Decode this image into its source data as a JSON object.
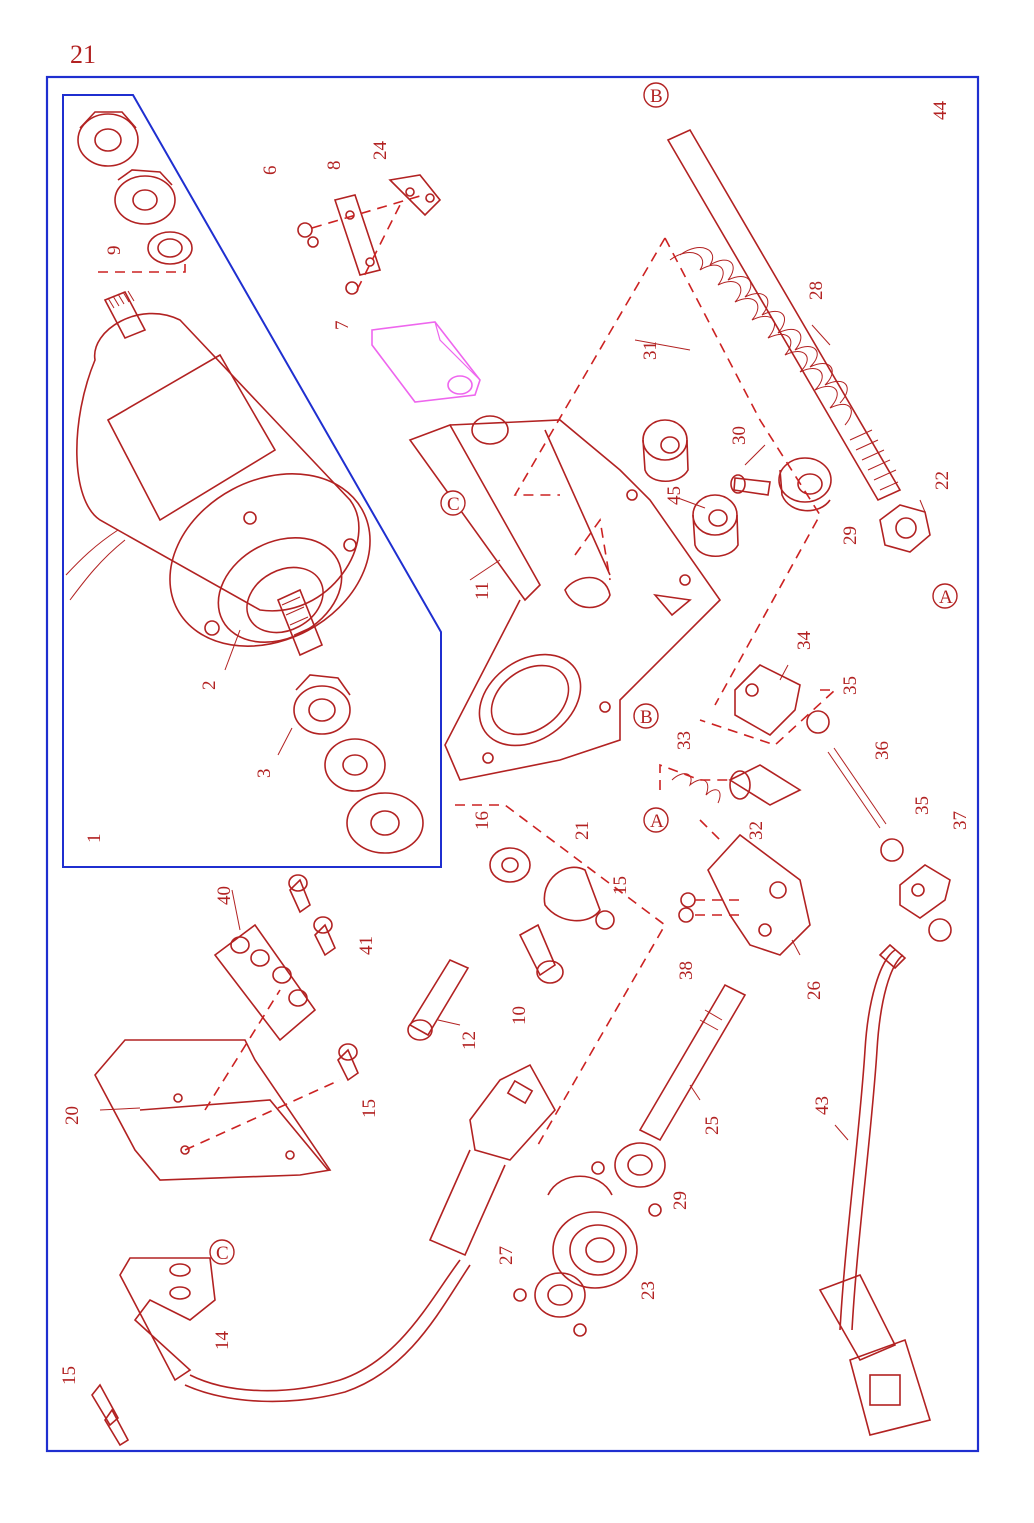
{
  "page_number": "21",
  "corner_label": "44",
  "callouts": [
    {
      "id": "c1",
      "text": "1"
    },
    {
      "id": "c2",
      "text": "2"
    },
    {
      "id": "c3",
      "text": "3"
    },
    {
      "id": "c6",
      "text": "6"
    },
    {
      "id": "c7",
      "text": "7"
    },
    {
      "id": "c8",
      "text": "8"
    },
    {
      "id": "c9",
      "text": "9"
    },
    {
      "id": "c10",
      "text": "10"
    },
    {
      "id": "c11",
      "text": "11"
    },
    {
      "id": "c12",
      "text": "12"
    },
    {
      "id": "c14",
      "text": "14"
    },
    {
      "id": "c15a",
      "text": "15"
    },
    {
      "id": "c15b",
      "text": "15"
    },
    {
      "id": "c15c",
      "text": "15"
    },
    {
      "id": "c16",
      "text": "16"
    },
    {
      "id": "c20",
      "text": "20"
    },
    {
      "id": "c21",
      "text": "21"
    },
    {
      "id": "c22",
      "text": "22"
    },
    {
      "id": "c23",
      "text": "23"
    },
    {
      "id": "c24",
      "text": "24"
    },
    {
      "id": "c25",
      "text": "25"
    },
    {
      "id": "c26",
      "text": "26"
    },
    {
      "id": "c27",
      "text": "27"
    },
    {
      "id": "c28",
      "text": "28"
    },
    {
      "id": "c29a",
      "text": "29"
    },
    {
      "id": "c29b",
      "text": "29"
    },
    {
      "id": "c30",
      "text": "30"
    },
    {
      "id": "c31",
      "text": "31"
    },
    {
      "id": "c32",
      "text": "32"
    },
    {
      "id": "c33",
      "text": "33"
    },
    {
      "id": "c34",
      "text": "34"
    },
    {
      "id": "c35a",
      "text": "35"
    },
    {
      "id": "c35b",
      "text": "35"
    },
    {
      "id": "c36",
      "text": "36"
    },
    {
      "id": "c37",
      "text": "37"
    },
    {
      "id": "c38",
      "text": "38"
    },
    {
      "id": "c40",
      "text": "40"
    },
    {
      "id": "c41",
      "text": "41"
    },
    {
      "id": "c43",
      "text": "43"
    },
    {
      "id": "c45",
      "text": "45"
    }
  ],
  "reference_markers": [
    {
      "id": "rA1",
      "text": "A"
    },
    {
      "id": "rA2",
      "text": "A"
    },
    {
      "id": "rB1",
      "text": "B"
    },
    {
      "id": "rB2",
      "text": "B"
    },
    {
      "id": "rC1",
      "text": "C"
    },
    {
      "id": "rC2",
      "text": "C"
    }
  ],
  "colors": {
    "line": "#b22222",
    "frame": "#1f2fd0",
    "highlight": "#ee66ee"
  }
}
